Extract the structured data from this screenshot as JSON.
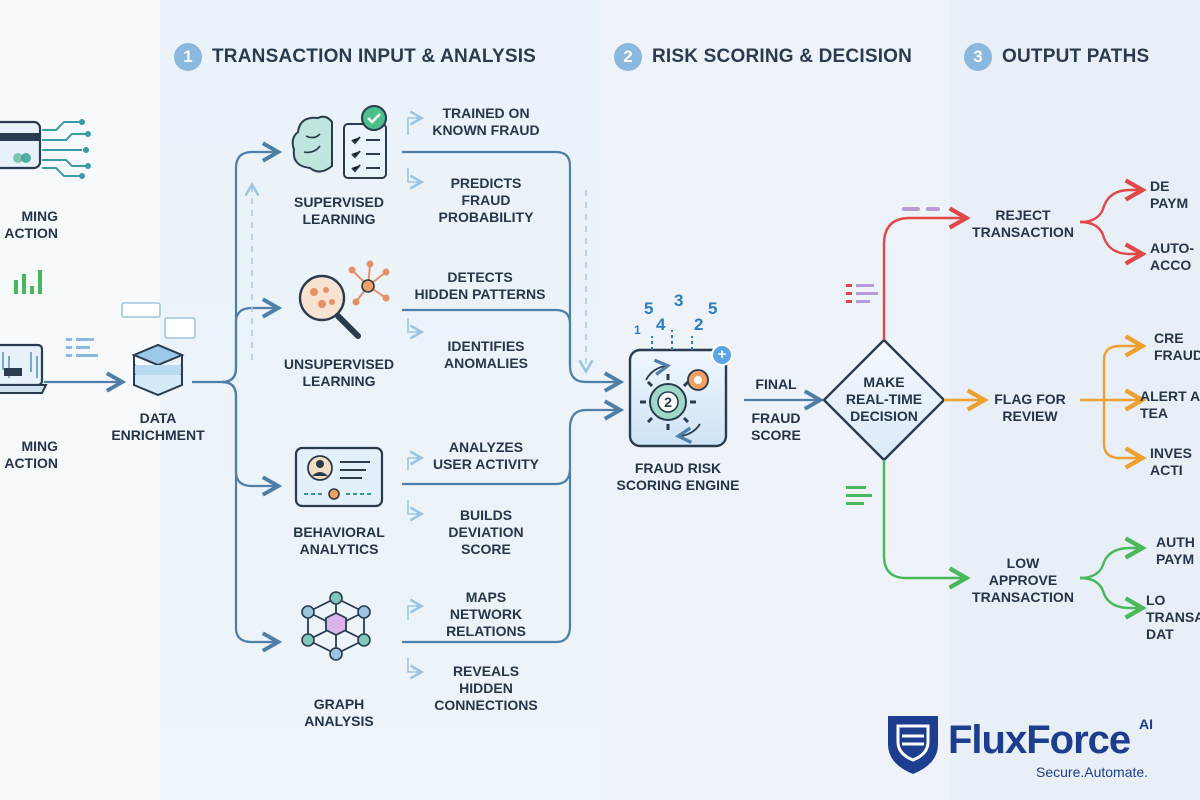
{
  "phases": [
    {
      "num": "1",
      "title": "TRANSACTION INPUT & ANALYSIS"
    },
    {
      "num": "2",
      "title": "RISK SCORING & DECISION"
    },
    {
      "num": "3",
      "title": "OUTPUT PATHS"
    }
  ],
  "inputs": {
    "top_label": "MING\nACTION",
    "bottom_label": "MING\nACTION",
    "enrichment": "DATA\nENRICHMENT"
  },
  "models": [
    {
      "label": "SUPERVISED\nLEARNING",
      "note1": "TRAINED ON\nKNOWN FRAUD",
      "note2": "PREDICTS\nFRAUD\nPROBABILITY"
    },
    {
      "label": "UNSUPERVISED\nLEARNING",
      "note1": "DETECTS\nHIDDEN PATTERNS",
      "note2": "IDENTIFIES\nANOMALIES"
    },
    {
      "label": "BEHAVIORAL\nANALYTICS",
      "note1": "ANALYZES\nUSER ACTIVITY",
      "note2": "BUILDS\nDEVIATION\nSCORE"
    },
    {
      "label": "GRAPH\nANALYSIS",
      "note1": "MAPS\nNETWORK\nRELATIONS",
      "note2": "REVEALS\nHIDDEN\nCONNECTIONS"
    }
  ],
  "engine": {
    "label": "FRAUD RISK\nSCORING ENGINE",
    "digits": [
      "5",
      "3",
      "5",
      "4",
      "1",
      "2"
    ],
    "gear_number": "2",
    "plus": "+"
  },
  "score_label_1": "FINAL",
  "score_label_2": "FRAUD\nSCORE",
  "decision": "MAKE\nREAL-TIME\nDECISION",
  "outcomes": [
    {
      "label": "REJECT\nTRANSACTION",
      "color": "#e04848",
      "action1": "DE\nPAYM",
      "action2": "AUTO-\nACCO"
    },
    {
      "label": "FLAG FOR\nREVIEW",
      "color": "#f0a030",
      "action1": "CRE\nFRAUD",
      "action2": "ALERT A\nTEA",
      "action3": "INVES\nACTI"
    },
    {
      "label": "LOW\nAPPROVE\nTRANSACTION",
      "color": "#48b85a",
      "action1": "AUTH\nPAYM",
      "action2": "LO\nTRANSA\nDAT"
    }
  ],
  "logo": {
    "brand": "FluxForce",
    "ai": "AI",
    "tagline": "Secure.Automate."
  },
  "colors": {
    "wire": "#4f7ea8",
    "accent": "#8ab8de",
    "icon_teal": "#2aa3a0",
    "icon_navy": "#1d3e8e"
  }
}
